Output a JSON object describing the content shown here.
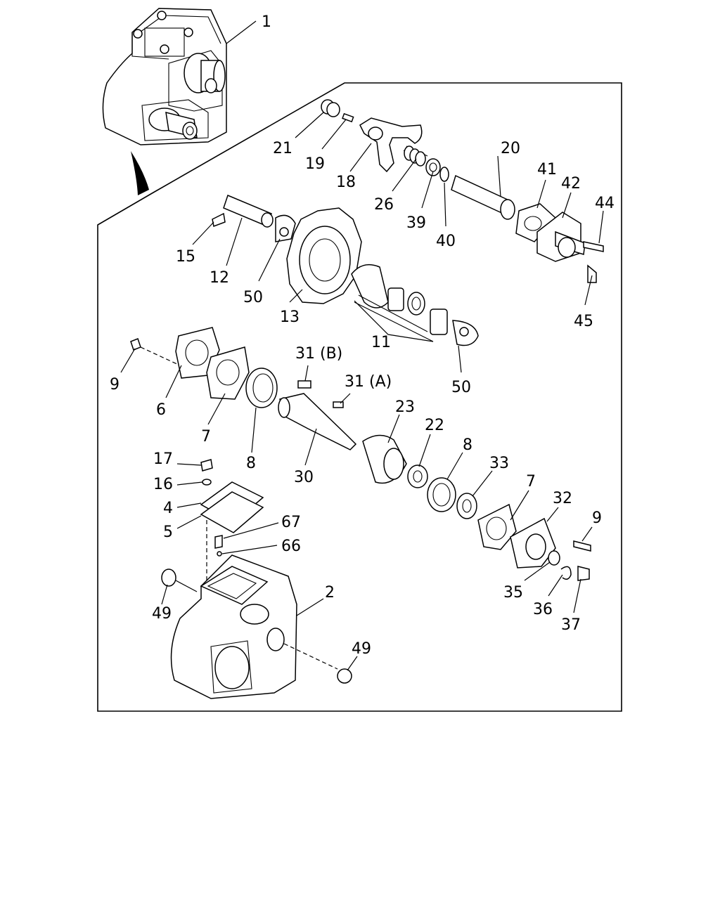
{
  "callouts": [
    {
      "id": "c1",
      "text": "1"
    },
    {
      "id": "c21",
      "text": "21"
    },
    {
      "id": "c19",
      "text": "19"
    },
    {
      "id": "c18",
      "text": "18"
    },
    {
      "id": "c20",
      "text": "20"
    },
    {
      "id": "c26",
      "text": "26"
    },
    {
      "id": "c39",
      "text": "39"
    },
    {
      "id": "c40",
      "text": "40"
    },
    {
      "id": "c41",
      "text": "41"
    },
    {
      "id": "c42",
      "text": "42"
    },
    {
      "id": "c44",
      "text": "44"
    },
    {
      "id": "c45",
      "text": "45"
    },
    {
      "id": "c15",
      "text": "15"
    },
    {
      "id": "c12",
      "text": "12"
    },
    {
      "id": "c50a",
      "text": "50"
    },
    {
      "id": "c13",
      "text": "13"
    },
    {
      "id": "c11",
      "text": "11"
    },
    {
      "id": "c50b",
      "text": "50"
    },
    {
      "id": "c9a",
      "text": "9"
    },
    {
      "id": "c6",
      "text": "6"
    },
    {
      "id": "c7a",
      "text": "7"
    },
    {
      "id": "c8a",
      "text": "8"
    },
    {
      "id": "c31b",
      "text": "31 (B)"
    },
    {
      "id": "c31a",
      "text": "31 (A)"
    },
    {
      "id": "c30",
      "text": "30"
    },
    {
      "id": "c23",
      "text": "23"
    },
    {
      "id": "c22",
      "text": "22"
    },
    {
      "id": "c8b",
      "text": "8"
    },
    {
      "id": "c33",
      "text": "33"
    },
    {
      "id": "c7b",
      "text": "7"
    },
    {
      "id": "c32",
      "text": "32"
    },
    {
      "id": "c9b",
      "text": "9"
    },
    {
      "id": "c17",
      "text": "17"
    },
    {
      "id": "c16",
      "text": "16"
    },
    {
      "id": "c4",
      "text": "4"
    },
    {
      "id": "c5",
      "text": "5"
    },
    {
      "id": "c67",
      "text": "67"
    },
    {
      "id": "c66",
      "text": "66"
    },
    {
      "id": "c35",
      "text": "35"
    },
    {
      "id": "c36",
      "text": "36"
    },
    {
      "id": "c37",
      "text": "37"
    },
    {
      "id": "c2",
      "text": "2"
    },
    {
      "id": "c49a",
      "text": "49"
    },
    {
      "id": "c49b",
      "text": "49"
    }
  ]
}
